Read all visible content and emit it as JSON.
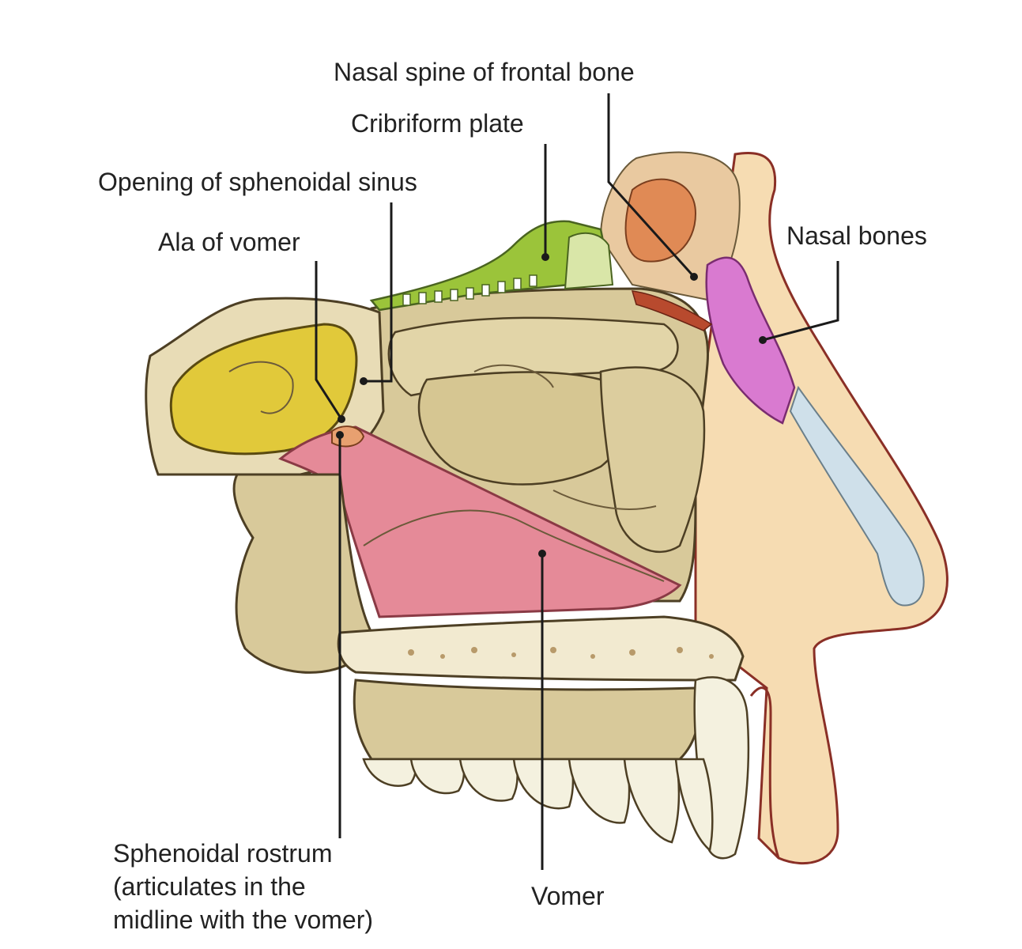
{
  "labels": {
    "nasal_spine": "Nasal spine of frontal bone",
    "cribriform": "Cribriform plate",
    "opening_sphenoidal": "Opening of sphenoidal sinus",
    "ala_vomer": "Ala of vomer",
    "nasal_bones": "Nasal bones",
    "vomer": "Vomer",
    "sphenoidal_rostrum": [
      "Sphenoidal rostrum",
      "(articulates in the",
      "midline with the vomer)"
    ]
  },
  "colors": {
    "bone": "#d8c99a",
    "sinus": "#e1c93a",
    "cribriform": "#9bc43a",
    "vomer": "#e58a98",
    "nasal_bone": "#d97ad0",
    "frontal_sinus": "#e08a55",
    "skin": "#f6dcb2",
    "cartilage": "#cfe0ea",
    "teeth": "#f4f1df"
  }
}
